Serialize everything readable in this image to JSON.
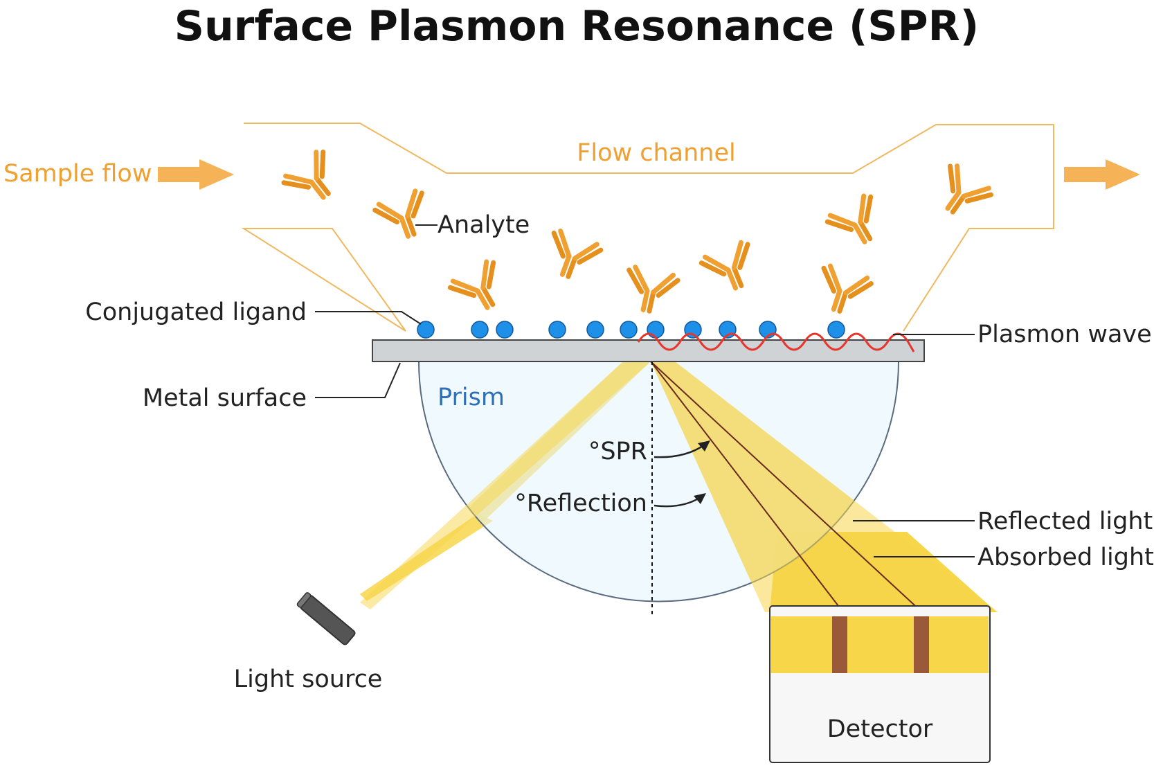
{
  "title": "Surface Plasmon Resonance (SPR)",
  "labels": {
    "sample_flow": "Sample flow",
    "flow_channel": "Flow channel",
    "analyte": "Analyte",
    "conjugated_ligand": "Conjugated ligand",
    "plasmon_wave": "Plasmon wave",
    "metal_surface": "Metal surface",
    "prism": "Prism",
    "angle_spr": "°SPR",
    "angle_reflection": "°Reflection",
    "reflected_light": "Reflected light",
    "absorbed_light": "Absorbed light",
    "light_source": "Light source",
    "detector": "Detector"
  },
  "colors": {
    "analyte": "#f0a030",
    "flow_channel_outline": "#f0b860",
    "ligand": "#1e90e8",
    "plasmon_wave": "#e8342a",
    "light_beam": "#f7d64a",
    "prism_fill": "#e3f4fb",
    "prism_outline": "#5a6b80",
    "absorbed_line": "#6a2a1a",
    "detector_band": "#9a5a3a"
  },
  "icons": [
    "right-arrow-icon",
    "antibody-icon",
    "light-source-icon"
  ]
}
